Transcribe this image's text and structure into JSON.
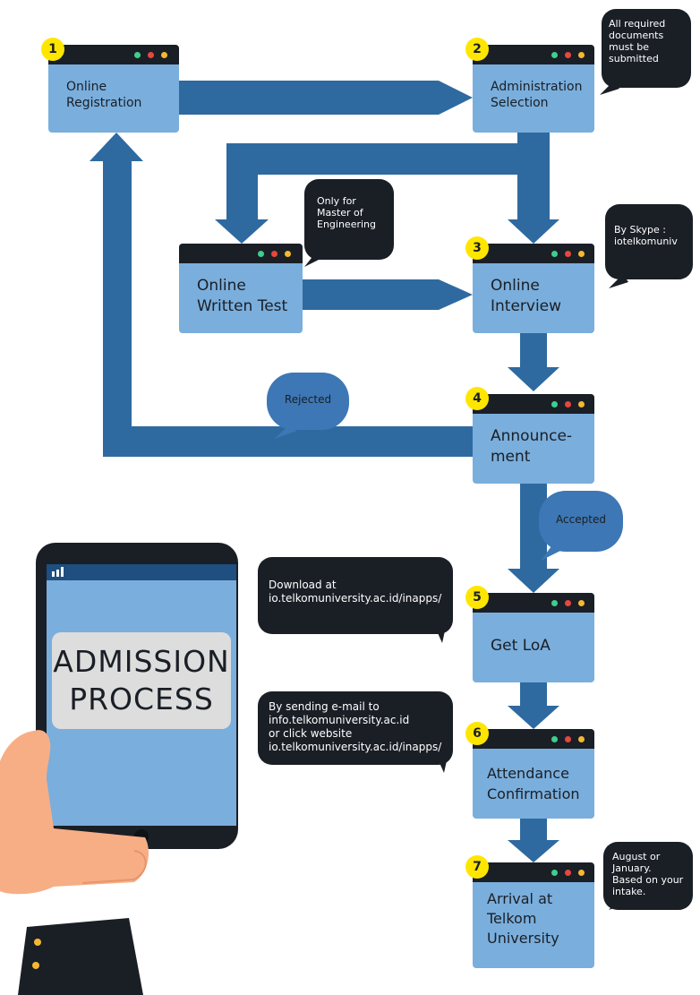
{
  "title": "ADMISSION\nPROCESS",
  "colors": {
    "arrow": "#2e6aa0",
    "box": "#7aaedc",
    "dark": "#1a1f26",
    "badge": "#ffe600",
    "bubble_blue": "#3d77b5"
  },
  "steps": [
    {
      "number": "1",
      "label": "Online\nRegistration"
    },
    {
      "number": "2",
      "label": "Administration\nSelection"
    },
    {
      "number": "3",
      "label": "Online\nInterview"
    },
    {
      "number": "4",
      "label": "Announce-\nment"
    },
    {
      "number": "5",
      "label": "Get LoA"
    },
    {
      "number": "6",
      "label": "Attendance\nConfirmation"
    },
    {
      "number": "7",
      "label": "Arrival at\nTelkom\nUniversity"
    }
  ],
  "written_test": {
    "label": "Online\nWritten Test"
  },
  "notes": {
    "documents": "All required\ndocuments\nmust be\nsubmitted",
    "master": "Only for\nMaster of\nEngineering",
    "skype": "By Skype :\niotelkomuniv",
    "rejected": "Rejected",
    "accepted": "Accepted",
    "download": "Download at\nio.telkomuniversity.ac.id/inapps/",
    "email": "By sending e-mail to\ninfo.telkomuniversity.ac.id\nor click website\nio.telkomuniversity.ac.id/inapps/",
    "intake": "August or\nJanuary.\nBased on your\nintake."
  }
}
